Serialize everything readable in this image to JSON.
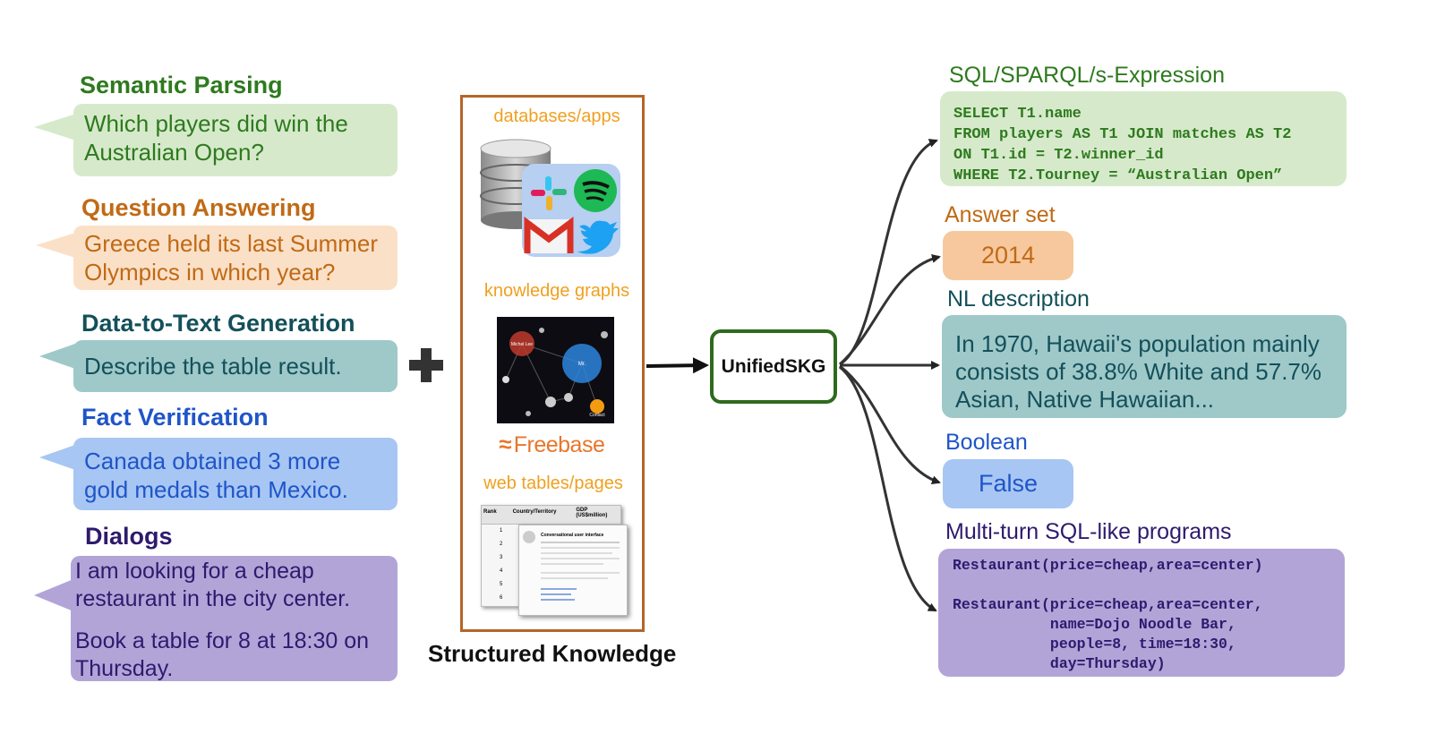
{
  "tasks": [
    {
      "title": "Semantic Parsing",
      "text": "Which players did win the Australian Open?",
      "title_color": "#2e7a1e",
      "text_color": "#2e7a1e",
      "bg": "#d6eacb"
    },
    {
      "title": "Question Answering",
      "text": "Greece held its last Summer Olympics in which year?",
      "title_color": "#c06a15",
      "text_color": "#c06a15",
      "bg": "#fbe0c8"
    },
    {
      "title": "Data-to-Text Generation",
      "text": "Describe the table result.",
      "title_color": "#13505a",
      "text_color": "#13505a",
      "bg": "#9fc8c9"
    },
    {
      "title": "Fact Verification",
      "text": "Canada obtained 3 more gold medals than Mexico.",
      "title_color": "#1f55c8",
      "text_color": "#1f55c8",
      "bg": "#a7c6f3"
    },
    {
      "title": "Dialogs",
      "text1": "I am looking for a cheap restaurant in the city center.",
      "text2": "Book a table for 8 at 18:30 on Thursday.",
      "title_color": "#2e1a6e",
      "text_color": "#2e1a6e",
      "bg": "#b3a4d8"
    }
  ],
  "knowledge": {
    "label_databases": "databases/apps",
    "label_kg": "knowledge graphs",
    "label_web": "web tables/pages",
    "freebase_logo": "Freebase",
    "caption": "Structured Knowledge",
    "kg_nodes": [
      "Michel Lee",
      "Mr.",
      "Contact"
    ],
    "table": {
      "headers": [
        "Rank",
        "Country/Territory",
        "GDP (US$million)"
      ],
      "ranks": [
        "1",
        "2",
        "3",
        "4",
        "5",
        "6"
      ],
      "page_title": "Conversational user interface"
    }
  },
  "center": {
    "label": "UnifiedSKG"
  },
  "outputs": {
    "sql": {
      "label": "SQL/SPARQL/s-Expression",
      "code": "SELECT T1.name\nFROM players AS T1 JOIN matches AS T2\nON T1.id = T2.winner_id\nWHERE T2.Tourney = “Australian Open”"
    },
    "answer": {
      "label": "Answer set",
      "value": "2014"
    },
    "nl": {
      "label": "NL description",
      "text": "In 1970, Hawaii's population mainly consists of 38.8% White and 57.7% Asian, Native Hawaiian..."
    },
    "boolean": {
      "label": "Boolean",
      "value": "False"
    },
    "multi": {
      "label": "Multi-turn SQL-like programs",
      "code": "Restaurant(price=cheap,area=center)\n\nRestaurant(price=cheap,area=center,\n           name=Dojo Noodle Bar,\n           people=8, time=18:30,\n           day=Thursday)"
    }
  },
  "colors": {
    "knowledge_border": "#b5652a",
    "center_border": "#2e6a1e"
  }
}
